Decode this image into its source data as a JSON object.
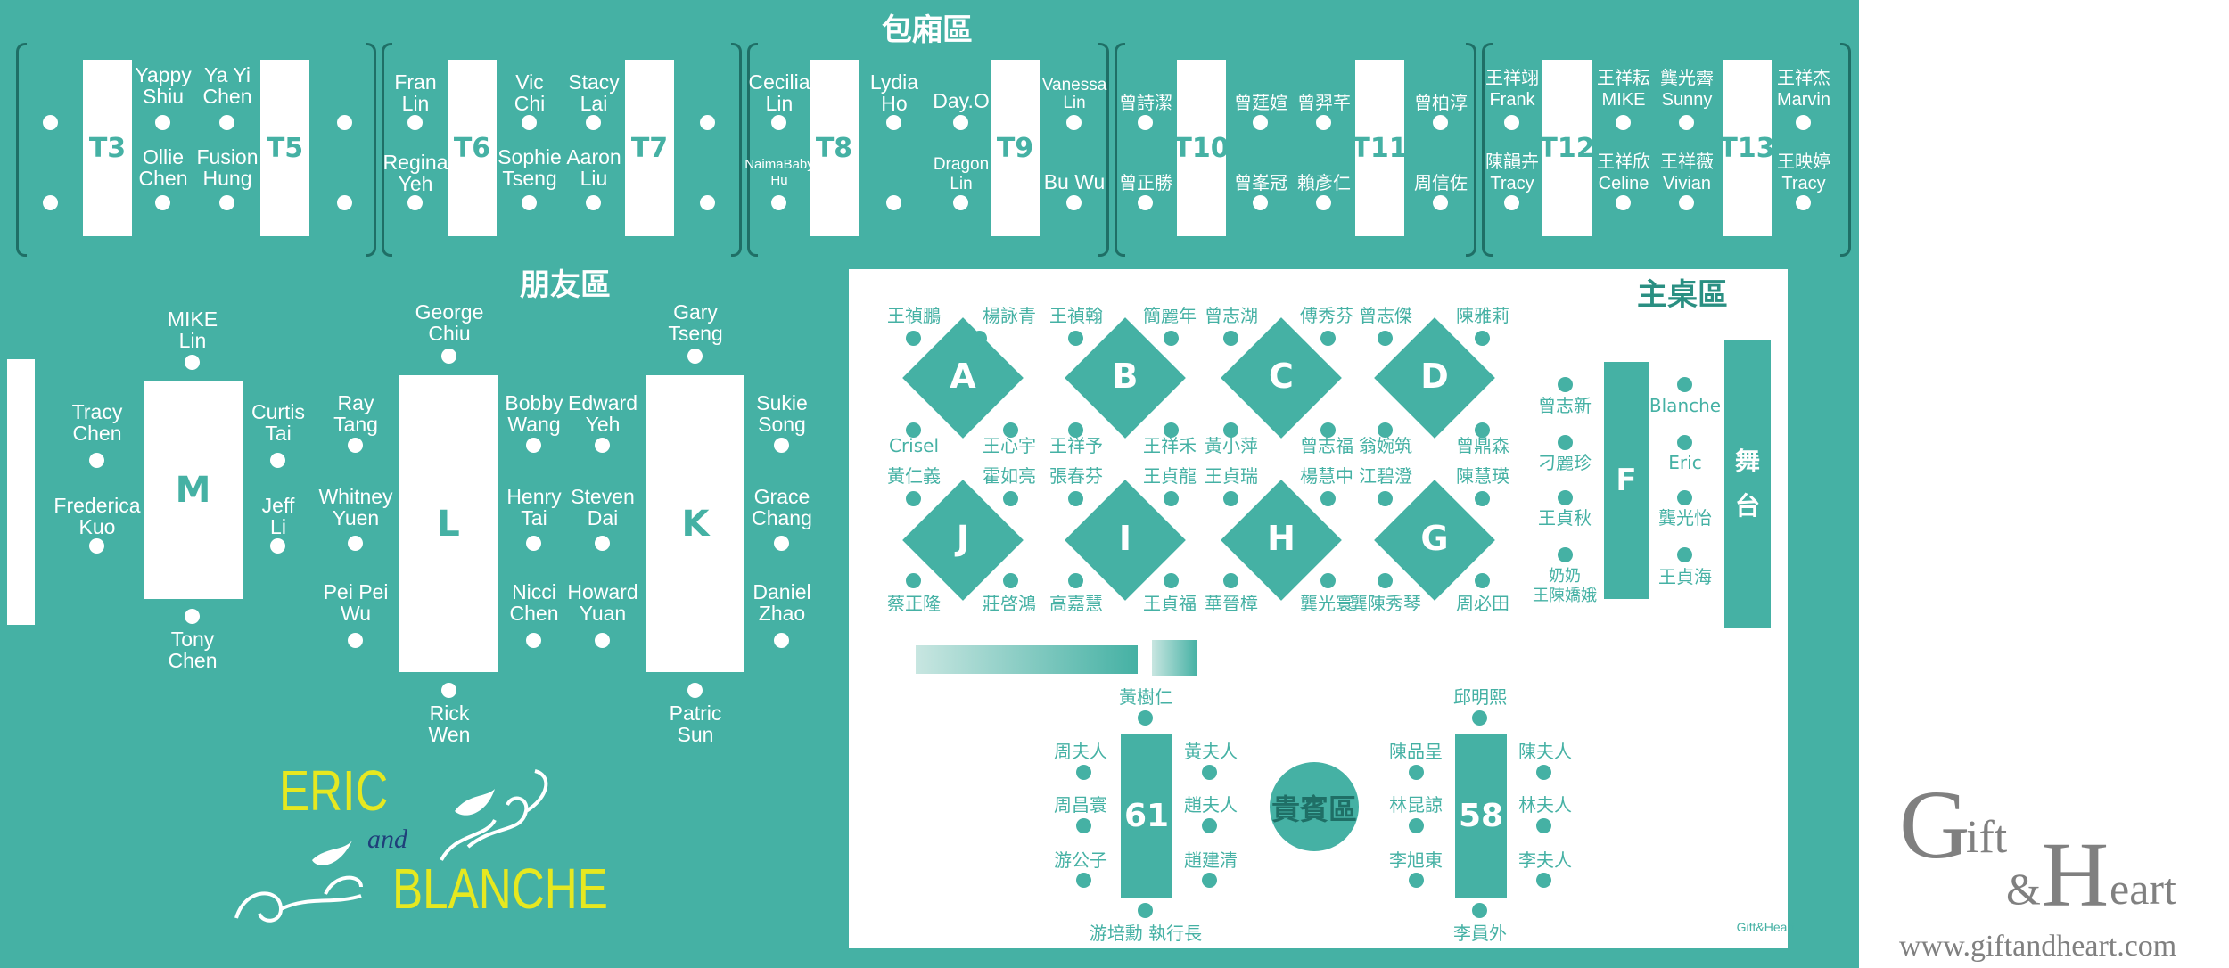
{
  "titles": {
    "private": "包廂區",
    "friends": "朋友區",
    "main": "主桌區",
    "vip": "貴賓區",
    "stage": "舞\n台"
  },
  "couple": {
    "groom": "ERIC",
    "and": "and",
    "bride": "BLANCHE"
  },
  "brand": {
    "g": "G",
    "ift": "ift",
    "amp": "&",
    "h": "H",
    "eart": "eart",
    "url": "www.giftandheart.com",
    "mini": "Gift&Heart"
  },
  "colors": {
    "teal": "#45b1a4",
    "white": "#ffffff",
    "yellow": "#e6e820",
    "dark": "#1f6f66"
  },
  "tables": {
    "T3": "T3",
    "T5": "T5",
    "T6": "T6",
    "T7": "T7",
    "T8": "T8",
    "T9": "T9",
    "T10": "T10",
    "T11": "T11",
    "T12": "T12",
    "T13": "T13",
    "M": "M",
    "L": "L",
    "K": "K",
    "F": "F",
    "t61": "61",
    "t58": "58",
    "A": "A",
    "B": "B",
    "C": "C",
    "D": "D",
    "E_J": "J",
    "I": "I",
    "H": "H",
    "G": "G"
  },
  "private_guests": {
    "yappy": "Yappy\nShiu",
    "yayi": "Ya Yi\nChen",
    "ollie": "Ollie\nChen",
    "fusion": "Fusion\nHung",
    "fran": "Fran\nLin",
    "regina": "Regina\nYeh",
    "vic": "Vic\nChi",
    "stacy": "Stacy\nLai",
    "sophie": "Sophie\nTseng",
    "aaron": "Aaron\nLiu",
    "cecilia": "Cecilia\nLin",
    "naima": "NaimaBaby\nHu",
    "lydia": "Lydia\nHo",
    "dayo": "Day.O",
    "dragon": "Dragon\nLin",
    "vanessa": "Vanessa\nLin",
    "buwu": "Bu Wu",
    "t10a": "曾詩潔",
    "t10b": "曾正勝",
    "t10c": "曾莛媗",
    "t10d": "曾羿芊",
    "t10e": "曾峯冠",
    "t10f": "賴彥仁",
    "t11a": "曾柏淳",
    "t11b": "周信佐",
    "t12a": "王祥翊\nFrank",
    "t12b": "陳韻卉\nTracy",
    "t12c": "王祥耘\nMIKE",
    "t12d": "龔光霽\nSunny",
    "t12e": "王祥欣\nCeline",
    "t12f": "王祥薇\nVivian",
    "t13a": "王祥杰\nMarvin",
    "t13b": "王映婷\nTracy"
  },
  "friend_guests": {
    "mike": "MIKE\nLin",
    "tracy": "Tracy\nChen",
    "frederica": "Frederica\nKuo",
    "curtis": "Curtis\nTai",
    "jeff": "Jeff\nLi",
    "tony": "Tony\nChen",
    "george": "George\nChiu",
    "ray": "Ray\nTang",
    "whitney": "Whitney\nYuen",
    "peipei": "Pei Pei\nWu",
    "bobby": "Bobby\nWang",
    "edward": "Edward\nYeh",
    "henry": "Henry\nTai",
    "steven": "Steven\nDai",
    "nicci": "Nicci\nChen",
    "howard": "Howard\nYuan",
    "rick": "Rick\nWen",
    "gary": "Gary\nTseng",
    "sukie": "Sukie\nSong",
    "grace": "Grace\nChang",
    "daniel": "Daniel\nZhao",
    "patric": "Patric\nSun"
  },
  "main_guests": {
    "a1": "王禎鵬",
    "a2": "楊詠青",
    "a3": "Crisel",
    "a4": "王心宇",
    "b1": "王禎翰",
    "b2": "簡麗年",
    "b3": "王祥予",
    "b4": "王祥禾",
    "c1": "曾志湖",
    "c2": "傅秀芬",
    "c3": "黃小萍",
    "c4": "曾志福",
    "d1": "曾志傑",
    "d2": "陳雅莉",
    "d3": "翁婉筑",
    "d4": "曾鼎森",
    "j1": "黃仁義",
    "j2": "霍如亮",
    "j3": "蔡正隆",
    "j4": "莊啓鴻",
    "i1": "張春芬",
    "i2": "王貞龍",
    "i3": "高嘉慧",
    "i4": "王貞福",
    "h1": "王貞瑞",
    "h2": "楊慧中",
    "h3": "華晉樟",
    "h4": "龔光寰",
    "g1": "江碧澄",
    "g2": "陳慧瑛",
    "g3": "龔陳秀琴",
    "g4": "周必田",
    "f1": "曾志新",
    "f2": "刁麗珍",
    "f3": "王貞秋",
    "f4": "奶奶\n王陳嬌娥",
    "f5": "Blanche",
    "f6": "Eric",
    "f7": "龔光怡",
    "f8": "王貞海"
  },
  "vip_guests": {
    "s1": "黃樹仁",
    "s2": "周夫人",
    "s3": "周昌寰",
    "s4": "游公子",
    "s5": "游培勳 執行長",
    "s6": "黃夫人",
    "s7": "趙夫人",
    "s8": "趙建清",
    "r1": "邱明熙",
    "r2": "陳品呈",
    "r3": "林昆諒",
    "r4": "李旭東",
    "r5": "李員外",
    "r6": "陳夫人",
    "r7": "林夫人",
    "r8": "李夫人"
  }
}
